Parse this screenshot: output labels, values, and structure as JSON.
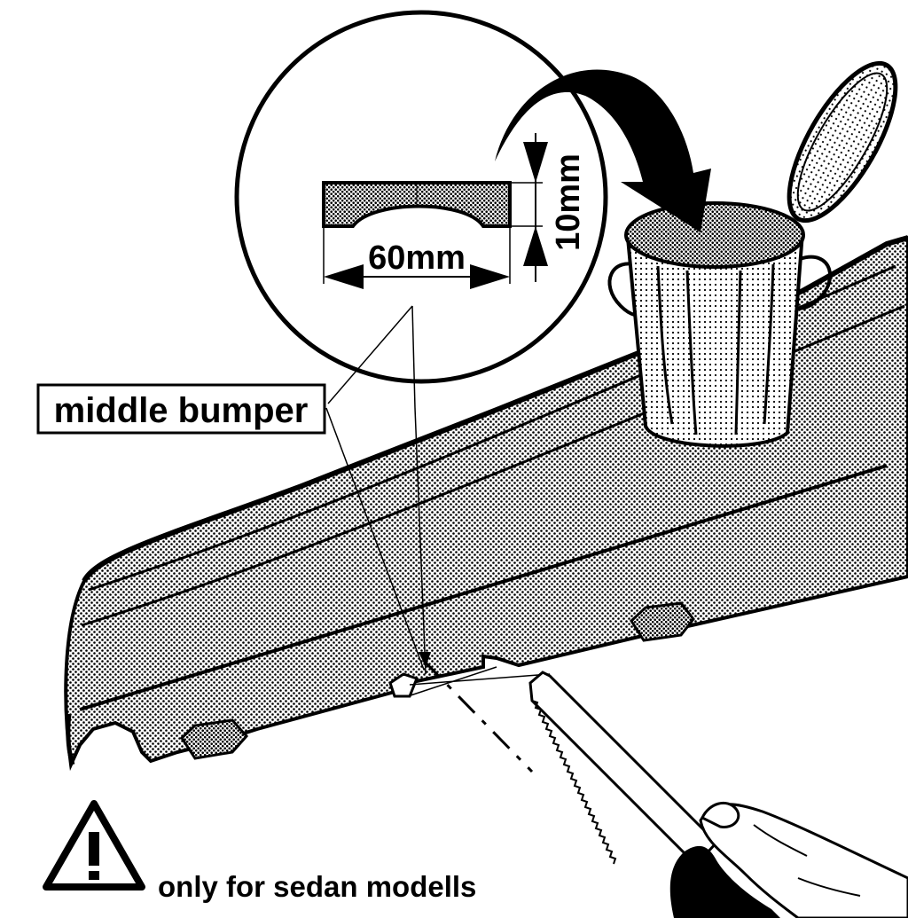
{
  "labels": {
    "cross_section_width": "60mm",
    "cross_section_height": "10mm",
    "part_name": "middle bumper",
    "warning_text": "only for sedan modells"
  },
  "icons": {
    "warning": "warning-triangle-icon",
    "discard": "trash-can-icon",
    "arrow": "curved-arrow-icon",
    "tool": "saw-icon"
  },
  "colors": {
    "ink": "#000000",
    "paper": "#ffffff"
  }
}
